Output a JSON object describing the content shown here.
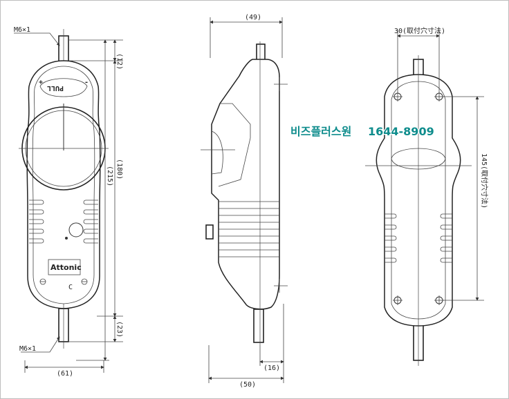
{
  "front_view": {
    "thread_top": "M6×1",
    "thread_bottom": "M6×1",
    "dim_top": "(12)",
    "dim_mid": "(180)",
    "dim_total": "(215)",
    "dim_bottom": "(23)",
    "dim_width": "(61)",
    "label_pull": "PULL",
    "label_plus": "+",
    "label_minus": "-",
    "brand": "Attonic",
    "label_c": "C"
  },
  "side_view": {
    "dim_top_width": "(49)",
    "dim_bottom_width": "(50)",
    "dim_bottom_offset": "(16)"
  },
  "back_view": {
    "dim_mount_width": "30(取付穴寸法)",
    "dim_mount_height": "145(取付穴寸法)"
  },
  "watermark": {
    "text": "비즈플러스원",
    "phone": "1644-8909"
  }
}
